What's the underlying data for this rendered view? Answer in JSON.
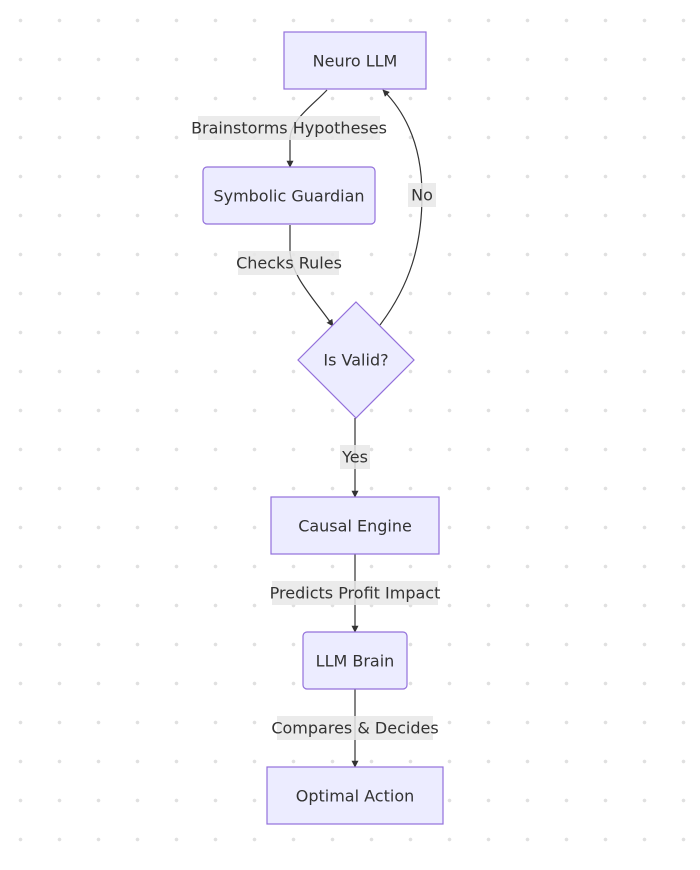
{
  "nodes": {
    "neuro_llm": "Neuro LLM",
    "symbolic_guardian": "Symbolic Guardian",
    "is_valid": "Is Valid?",
    "causal_engine": "Causal Engine",
    "llm_brain": "LLM Brain",
    "optimal_action": "Optimal Action"
  },
  "edges": {
    "brainstorms": "Brainstorms Hypotheses",
    "checks_rules": "Checks Rules",
    "no": "No",
    "yes": "Yes",
    "predicts": "Predicts Profit Impact",
    "compares": "Compares & Decides"
  },
  "colors": {
    "node_fill": "#ececff",
    "node_stroke": "#9370db",
    "edge": "#333333",
    "label_bg": "#e8e8e8"
  }
}
